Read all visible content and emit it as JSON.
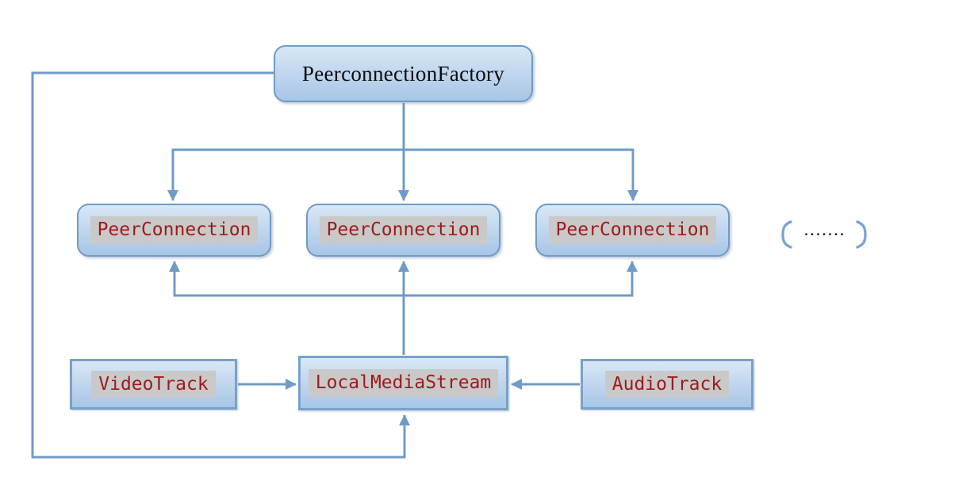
{
  "nodes": {
    "factory": {
      "label": "PeerconnectionFactory"
    },
    "peerconnections": [
      {
        "label": "PeerConnection"
      },
      {
        "label": "PeerConnection"
      },
      {
        "label": "PeerConnection"
      }
    ],
    "ellipsis": {
      "dots": "•••••••"
    },
    "video_track": {
      "label": "VideoTrack"
    },
    "local_media_stream": {
      "label": "LocalMediaStream"
    },
    "audio_track": {
      "label": "AudioTrack"
    }
  },
  "connections": [
    {
      "from": "PeerconnectionFactory",
      "to": "PeerConnection (left)",
      "type": "arrow"
    },
    {
      "from": "PeerconnectionFactory",
      "to": "PeerConnection (middle)",
      "type": "arrow"
    },
    {
      "from": "PeerconnectionFactory",
      "to": "PeerConnection (right)",
      "type": "arrow"
    },
    {
      "from": "LocalMediaStream",
      "to": "PeerConnection (left)",
      "type": "arrow"
    },
    {
      "from": "LocalMediaStream",
      "to": "PeerConnection (middle)",
      "type": "arrow"
    },
    {
      "from": "LocalMediaStream",
      "to": "PeerConnection (right)",
      "type": "arrow"
    },
    {
      "from": "VideoTrack",
      "to": "LocalMediaStream",
      "type": "arrow"
    },
    {
      "from": "AudioTrack",
      "to": "LocalMediaStream",
      "type": "arrow"
    },
    {
      "from": "PeerconnectionFactory",
      "to": "LocalMediaStream",
      "type": "arrow-loop-left"
    }
  ],
  "colors": {
    "line_blue": "#6f9bc6",
    "box_border_blue": "#6f9bc6",
    "box_fill_top": "#d9e7f6",
    "box_fill_bottom": "#a7c6e6",
    "code_highlight_gray": "#c9c9c9",
    "code_text_red": "#9e1a1a",
    "title_text": "#0c0c0c",
    "bracket_blue": "#7aa5d6",
    "dots_black": "#111111"
  }
}
